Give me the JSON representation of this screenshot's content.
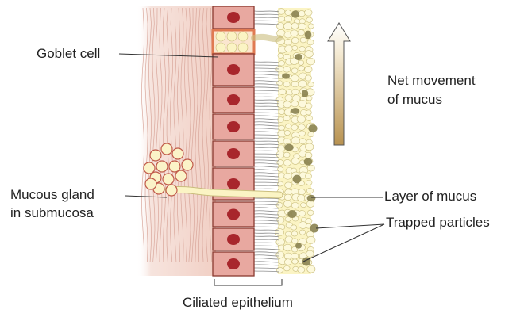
{
  "labels": {
    "goblet_cell": "Goblet cell",
    "mucous_gland_line1": "Mucous gland",
    "mucous_gland_line2": "in submucosa",
    "net_movement_line1": "Net movement",
    "net_movement_line2": "of mucus",
    "layer_of_mucus": "Layer of mucus",
    "trapped_particles": "Trapped particles",
    "ciliated_epithelium": "Ciliated epithelium"
  },
  "colors": {
    "submucosa": "#f3d8cf",
    "cell_fill": "#e8a8a0",
    "cell_border": "#8a3a30",
    "nucleus": "#a8262c",
    "goblet_border": "#e07a52",
    "mucus": "#fbf4c4",
    "mucus_border": "#c9bd7d",
    "particle": "#8a8250",
    "arrow_fill": "#c7a86c"
  },
  "icons": {
    "movement_arrow": "up-arrow-icon"
  }
}
